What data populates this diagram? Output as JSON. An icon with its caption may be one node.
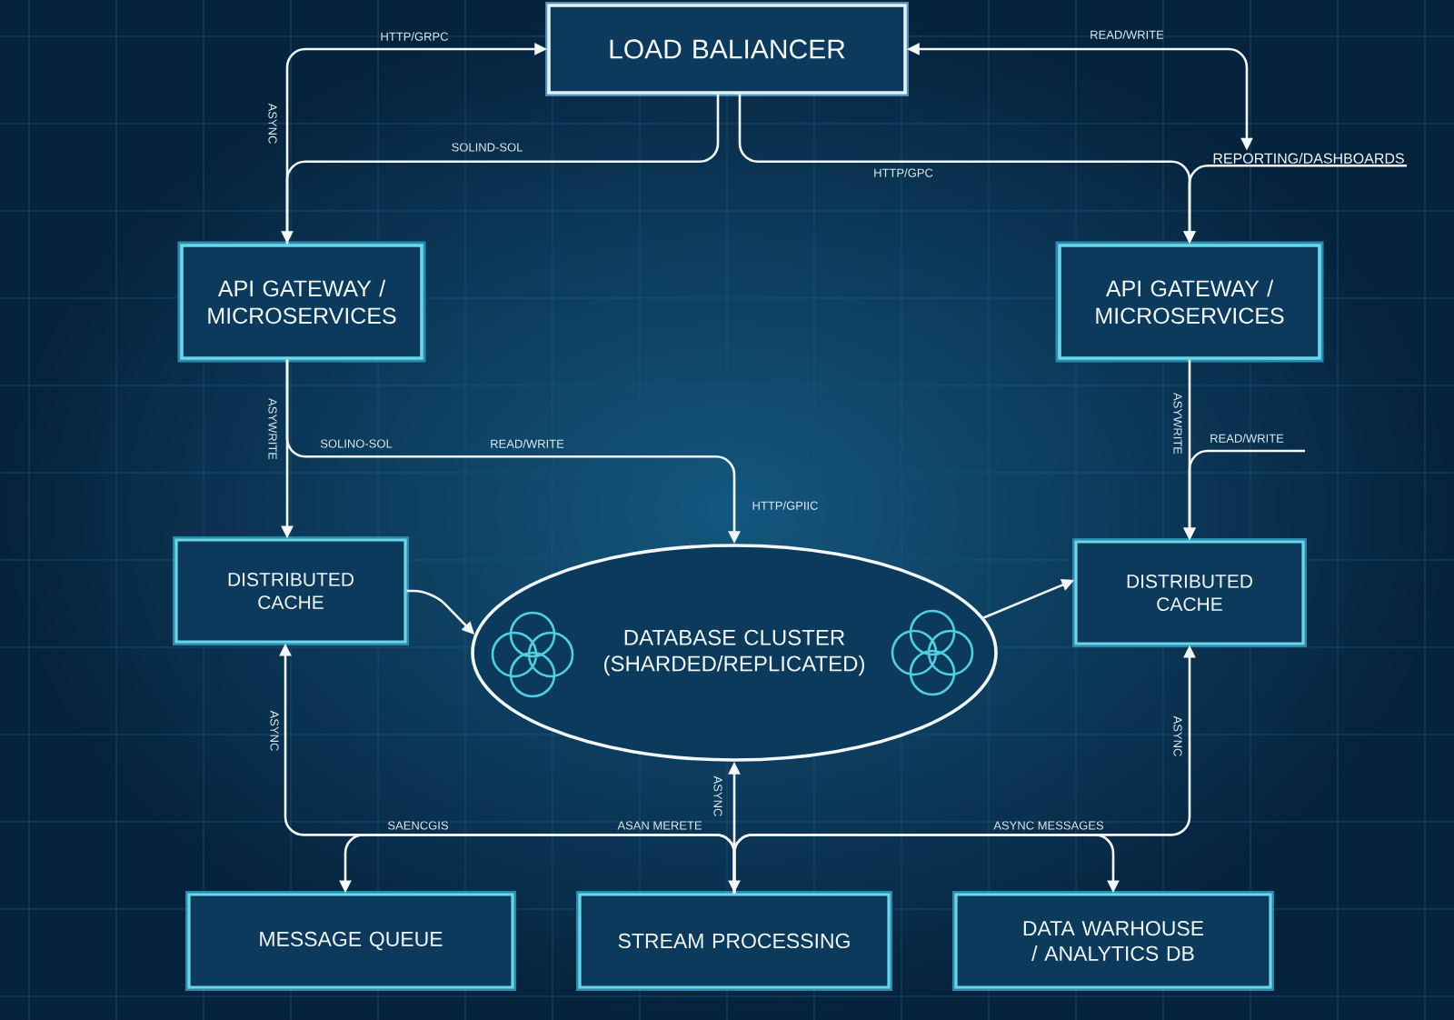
{
  "diagram": {
    "nodes": [
      {
        "text": [
          "LOAD BALIANCER"
        ]
      },
      {
        "text": [
          "REPORTING/DASHBOARDS"
        ]
      },
      {
        "text": [
          "API GATEWAY / MICROSERVICES"
        ]
      },
      {
        "text": [
          "API GATEWAY / MICROSERVICES"
        ]
      },
      {
        "text": [
          "DISTRIBUTED CACHE"
        ]
      },
      {
        "text": [
          "DATABASE CLUSTER (SHARDED/REPLICATED)"
        ]
      },
      {
        "text": [
          "DISTRIBUTED CACHE"
        ]
      },
      {
        "text": [
          "MESSAGE QUEUE"
        ]
      },
      {
        "text": [
          "STREAM PROCESSING"
        ]
      },
      {
        "text": [
          "DATA WARHOUSE / ANALYTICS DB"
        ]
      }
    ],
    "edges": [
      {
        "from": 2,
        "to": 0,
        "arrow": "to",
        "label": "HTTP/GRPC"
      },
      {
        "from": 0,
        "to": 2,
        "arrow": "to",
        "label": "SOLIND-SOL"
      },
      {
        "from": 0,
        "to": 3,
        "arrow": "to",
        "label": "HTTP/GPC"
      },
      {
        "from": 0,
        "to": 1,
        "arrow": "both",
        "label": "READ/WRITE"
      },
      {
        "from": 1,
        "to": 3,
        "arrow": "to"
      },
      {
        "from": 2,
        "to": 4,
        "arrow": "to",
        "label": "ASYWRITE"
      },
      {
        "from": 2,
        "to": 5,
        "arrow": "to",
        "label": "READ/WRITE"
      },
      {
        "from": 3,
        "to": 6,
        "arrow": "to",
        "label": "ASYWRITE"
      },
      {
        "from": null,
        "to": 6,
        "arrow": "to",
        "label": "READ/WRITE"
      },
      {
        "from": 4,
        "to": 5,
        "arrow": "to"
      },
      {
        "from": 5,
        "to": 6,
        "arrow": "to"
      },
      {
        "from": 5,
        "to": 8,
        "arrow": "both",
        "label": "ASYNC"
      },
      {
        "from": 8,
        "to": 4,
        "arrow": "to",
        "label": "ASYNC"
      },
      {
        "from": 8,
        "to": 7,
        "arrow": "to",
        "label": "SAENCGIS"
      },
      {
        "from": 8,
        "to": 6,
        "arrow": "to",
        "label": "ASYNC"
      },
      {
        "from": 8,
        "to": 9,
        "arrow": "to",
        "label": "ASYNC MESSAGES"
      }
    ],
    "labels": [
      "ASYNC",
      "SOLINO-SOL",
      "HTTP/GPIIC",
      "ASAN MERETE"
    ]
  }
}
